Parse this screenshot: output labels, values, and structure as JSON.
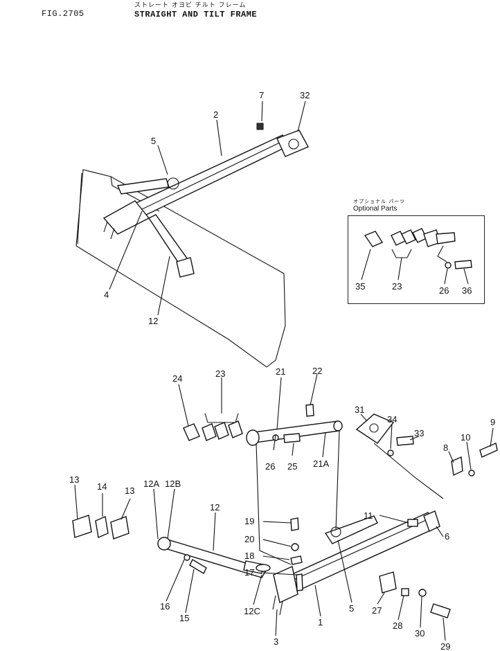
{
  "header": {
    "fig_number": "FIG.2705",
    "title_jp": "ストレート オヨビ チルト フレーム",
    "title_en": "STRAIGHT AND TILT FRAME"
  },
  "optional": {
    "label_jp": "オプショナル パーツ",
    "label_en": "Optional Parts"
  },
  "callouts": [
    {
      "id": "c7",
      "text": "7"
    },
    {
      "id": "c32",
      "text": "32"
    },
    {
      "id": "c2",
      "text": "2"
    },
    {
      "id": "c5a",
      "text": "5"
    },
    {
      "id": "c4",
      "text": "4"
    },
    {
      "id": "c12a",
      "text": "12"
    },
    {
      "id": "c35",
      "text": "35"
    },
    {
      "id": "c23a",
      "text": "23"
    },
    {
      "id": "c26a",
      "text": "26"
    },
    {
      "id": "c36",
      "text": "36"
    },
    {
      "id": "c24",
      "text": "24"
    },
    {
      "id": "c23b",
      "text": "23"
    },
    {
      "id": "c21",
      "text": "21"
    },
    {
      "id": "c22",
      "text": "22"
    },
    {
      "id": "c31",
      "text": "31"
    },
    {
      "id": "c34",
      "text": "34"
    },
    {
      "id": "c33",
      "text": "33"
    },
    {
      "id": "c9",
      "text": "9"
    },
    {
      "id": "c10",
      "text": "10"
    },
    {
      "id": "c8",
      "text": "8"
    },
    {
      "id": "c26b",
      "text": "26"
    },
    {
      "id": "c25",
      "text": "25"
    },
    {
      "id": "c21A",
      "text": "21A"
    },
    {
      "id": "c11",
      "text": "11"
    },
    {
      "id": "c13a",
      "text": "13"
    },
    {
      "id": "c14",
      "text": "14"
    },
    {
      "id": "c13b",
      "text": "13"
    },
    {
      "id": "c12A",
      "text": "12A"
    },
    {
      "id": "c12B",
      "text": "12B"
    },
    {
      "id": "c12b",
      "text": "12"
    },
    {
      "id": "c19",
      "text": "19"
    },
    {
      "id": "c20",
      "text": "20"
    },
    {
      "id": "c18",
      "text": "18"
    },
    {
      "id": "c17",
      "text": "17"
    },
    {
      "id": "c6",
      "text": "6"
    },
    {
      "id": "c16",
      "text": "16"
    },
    {
      "id": "c15",
      "text": "15"
    },
    {
      "id": "c12C",
      "text": "12C"
    },
    {
      "id": "c3",
      "text": "3"
    },
    {
      "id": "c1",
      "text": "1"
    },
    {
      "id": "c5b",
      "text": "5"
    },
    {
      "id": "c27",
      "text": "27"
    },
    {
      "id": "c28",
      "text": "28"
    },
    {
      "id": "c30",
      "text": "30"
    },
    {
      "id": "c29",
      "text": "29"
    }
  ]
}
